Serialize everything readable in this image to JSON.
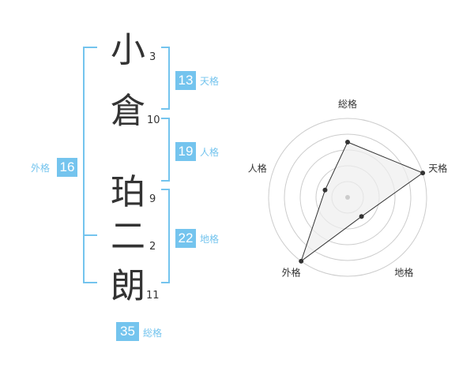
{
  "name": {
    "characters": [
      {
        "char": "小",
        "strokes": "3"
      },
      {
        "char": "倉",
        "strokes": "10"
      },
      {
        "char": "珀",
        "strokes": "9"
      },
      {
        "char": "二",
        "strokes": "2"
      },
      {
        "char": "朗",
        "strokes": "11"
      }
    ]
  },
  "kakusu": {
    "tenkaku": {
      "value": "13",
      "label": "天格"
    },
    "jinkaku": {
      "value": "19",
      "label": "人格"
    },
    "chikaku": {
      "value": "22",
      "label": "地格"
    },
    "gaikaku": {
      "value": "16",
      "label": "外格"
    },
    "soukaku": {
      "value": "35",
      "label": "総格"
    }
  },
  "colors": {
    "accent": "#74c4ee",
    "text": "#333333",
    "radar_fill": "#eeeeee",
    "radar_ring": "#cccccc"
  },
  "chart_data": {
    "type": "radar",
    "axes": [
      "総格",
      "天格",
      "地格",
      "外格",
      "人格"
    ],
    "max": 5,
    "rings": 5,
    "values": [
      3.5,
      5,
      1.5,
      5,
      1.5
    ]
  }
}
